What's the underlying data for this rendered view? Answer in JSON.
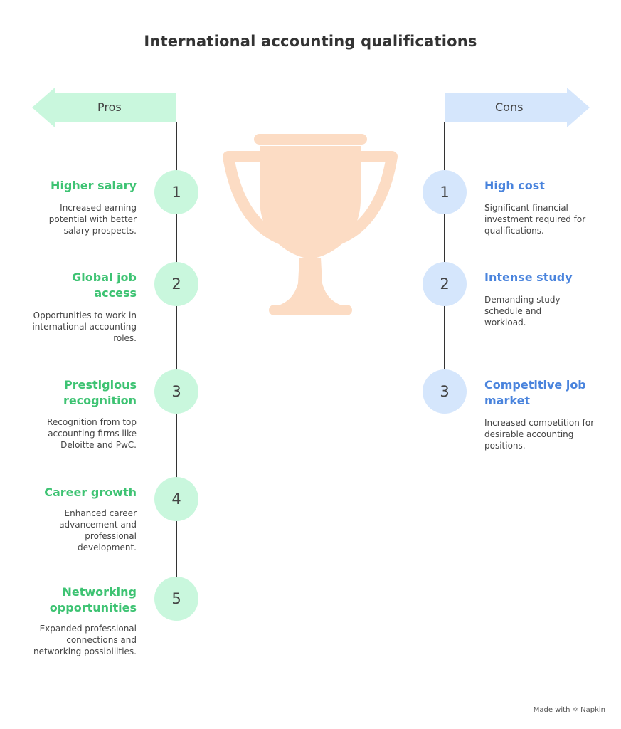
{
  "title": "International accounting qualifications",
  "pros": {
    "label": "Pros",
    "items": [
      {
        "num": "1",
        "title": "Higher salary",
        "desc": "Increased earning potential with better salary prospects."
      },
      {
        "num": "2",
        "title": "Global job access",
        "desc": "Opportunities to work in international accounting roles."
      },
      {
        "num": "3",
        "title": "Prestigious recognition",
        "desc": "Recognition from top accounting firms like Deloitte and PwC."
      },
      {
        "num": "4",
        "title": "Career growth",
        "desc": "Enhanced career advancement and professional development."
      },
      {
        "num": "5",
        "title": "Networking opportunities",
        "desc": "Expanded professional connections and networking possibilities."
      }
    ]
  },
  "cons": {
    "label": "Cons",
    "items": [
      {
        "num": "1",
        "title": "High cost",
        "desc": "Significant financial investment required for qualifications."
      },
      {
        "num": "2",
        "title": "Intense study",
        "desc": "Demanding study schedule and workload."
      },
      {
        "num": "3",
        "title": "Competitive job market",
        "desc": "Increased competition for desirable accounting positions."
      }
    ]
  },
  "credit": "Made with ✡ Napkin",
  "colors": {
    "pro_fill": "#c9f7dd",
    "pro_text": "#3ec373",
    "con_fill": "#d5e6fc",
    "con_text": "#4a84dd",
    "trophy": "#fcdcc4"
  },
  "icons": {
    "center": "trophy-icon",
    "left_banner": "arrow-left-icon",
    "right_banner": "arrow-right-icon"
  }
}
